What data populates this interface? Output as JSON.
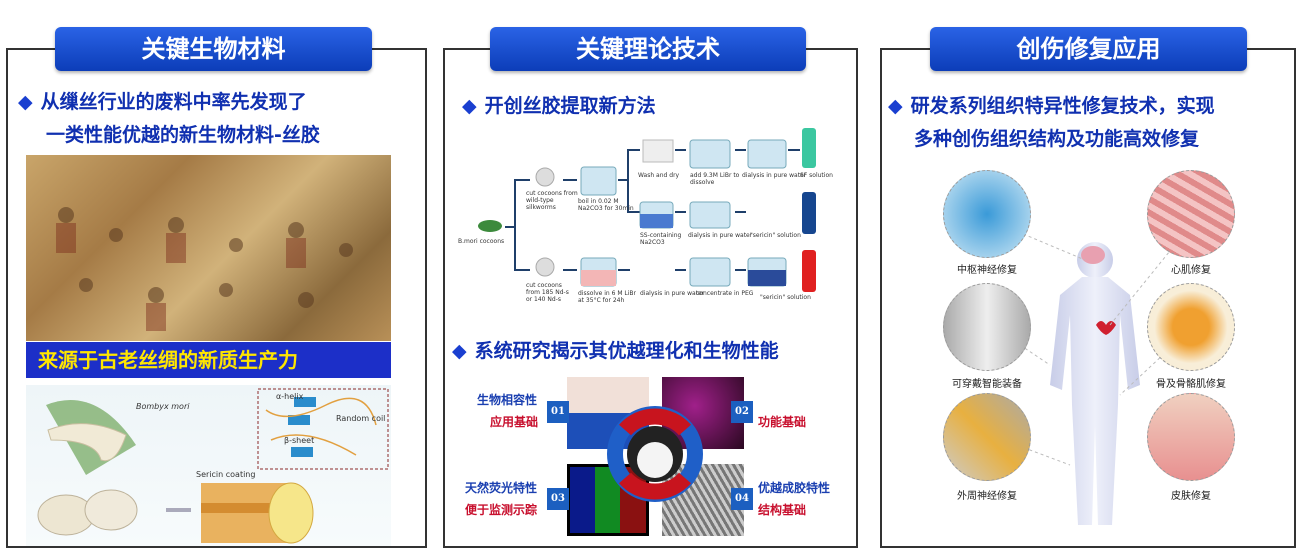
{
  "panels": [
    {
      "title": "关键生物材料",
      "bullet_lines": [
        "从缫丝行业的废料中率先发现了",
        "一类性能优越的新生物材料-丝胶"
      ],
      "banner": "来源于古老丝绸的新质生产力",
      "figure_labels": {
        "species": "Bombyx mori",
        "alpha": "α-helix",
        "coil": "Random coil",
        "beta": "β-sheet",
        "coating": "Sericin coating"
      }
    },
    {
      "title": "关键理论技术",
      "bullet1": "开创丝胶提取新方法",
      "flow": {
        "start": "B.mori cocoons",
        "cut1": "cut cocoons from wild-type silkworms",
        "boil": "boil in 0.02 M Na2CO3 for 30min",
        "wash": "Wash and dry",
        "libr": "add 9.3M LiBr to dissolve",
        "dial1": "dialysis in pure water",
        "sf": "SF solution",
        "ss": "SS-containing Na2CO3",
        "dial2": "dialysis in pure water",
        "sol2": "\"sericin\" solution",
        "cut2": "cut cocoons from 185 Nd-s or 140 Nd-s",
        "dissolve": "dissolve in 6 M LiBr at 35°C for 24h",
        "dial3": "dialysis in pure water",
        "peg": "concentrate in PEG",
        "sol3": "\"sericin\" solution"
      },
      "bullet2": "系统研究揭示其优越理化和生物性能",
      "quadrants": [
        {
          "num": "01",
          "line1": "生物相容性",
          "line2": "应用基础"
        },
        {
          "num": "02",
          "line1": "",
          "line2": "功能基础"
        },
        {
          "num": "03",
          "line1": "天然荧光特性",
          "line2": "便于监测示踪"
        },
        {
          "num": "04",
          "line1": "优越成胶特性",
          "line2": "结构基础"
        }
      ]
    },
    {
      "title": "创伤修复应用",
      "bullet_lines": [
        "研发系列组织特异性修复技术，实现",
        "多种创伤组织结构及功能高效修复"
      ],
      "applications": [
        "中枢神经修复",
        "心肌修复",
        "可穿戴智能装备",
        "骨及骨骼肌修复",
        "外周神经修复",
        "皮肤修复"
      ]
    }
  ]
}
